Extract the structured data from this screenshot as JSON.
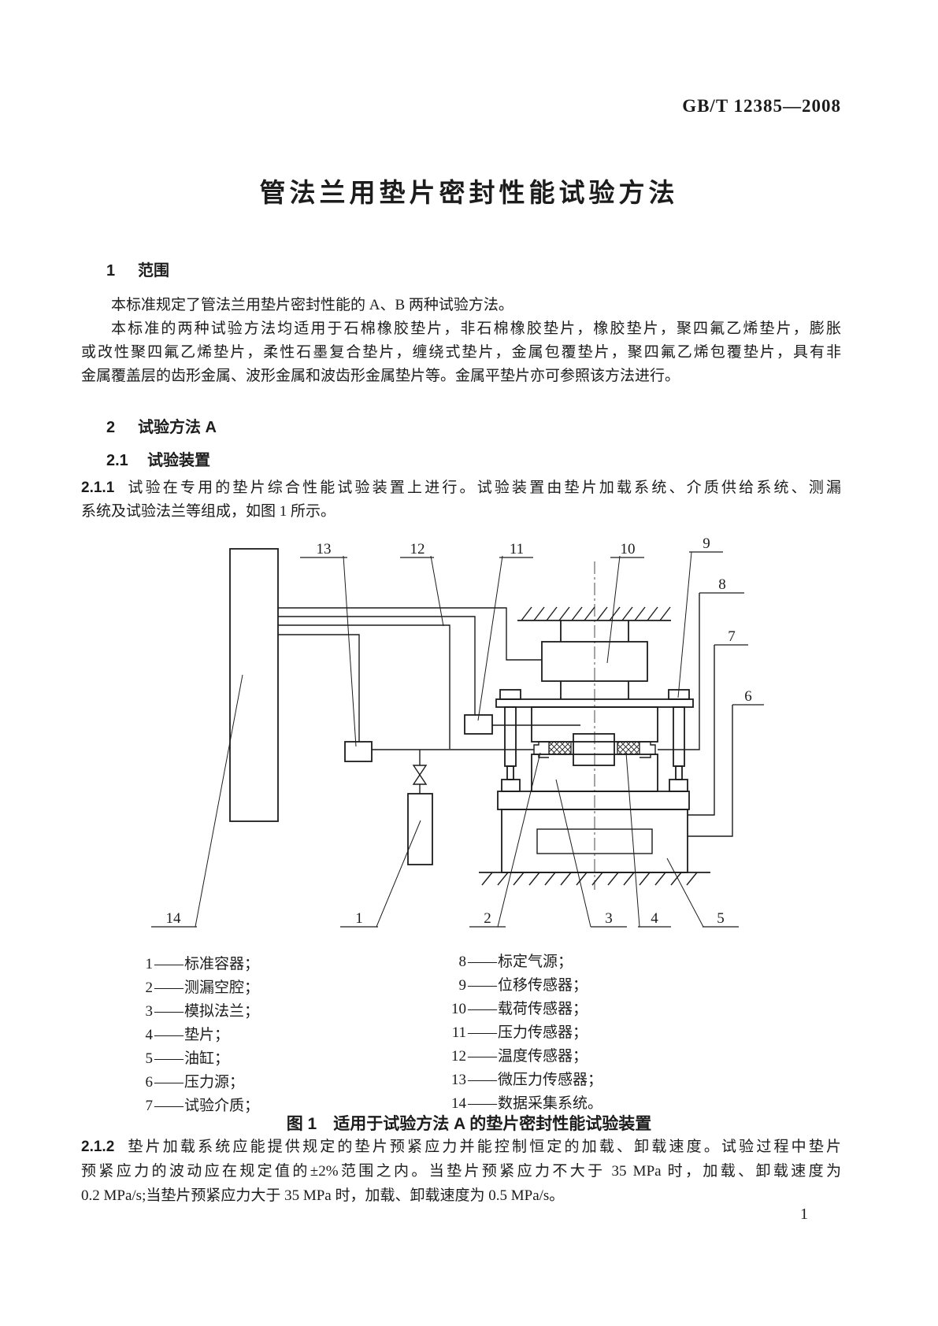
{
  "header": {
    "doc_number": "GB/T 12385—2008"
  },
  "title": "管法兰用垫片密封性能试验方法",
  "sections": {
    "s1_num": "1",
    "s1_heading": "范围",
    "s1_p1": "本标准规定了管法兰用垫片密封性能的 A、B 两种试验方法。",
    "s1_p2_l1": "本标准的两种试验方法均适用于石棉橡胶垫片，非石棉橡胶垫片，橡胶垫片，聚四氟乙烯垫片，膨胀",
    "s1_p2_l2": "或改性聚四氟乙烯垫片，柔性石墨复合垫片，缠绕式垫片，金属包覆垫片，聚四氟乙烯包覆垫片，具有非",
    "s1_p2_l3": "金属覆盖层的齿形金属、波形金属和波齿形金属垫片等。金属平垫片亦可参照该方法进行。",
    "s2_num": "2",
    "s2_heading": "试验方法 A",
    "s21_num": "2.1",
    "s21_heading": "试验装置",
    "s211_num": "2.1.1",
    "s211_l1": "试验在专用的垫片综合性能试验装置上进行。试验装置由垫片加载系统、介质供给系统、测漏",
    "s211_l2": "系统及试验法兰等组成，如图 1 所示。",
    "s212_num": "2.1.2",
    "s212_l1": "垫片加载系统应能提供规定的垫片预紧应力并能控制恒定的加载、卸载速度。试验过程中垫片",
    "s212_l2": "预紧应力的波动应在规定值的±2%范围之内。当垫片预紧应力不大于 35 MPa 时，加载、卸载速度为",
    "s212_l3": "0.2 MPa/s;当垫片预紧应力大于 35 MPa 时，加载、卸载速度为 0.5 MPa/s。"
  },
  "figure": {
    "caption": "图 1　适用于试验方法 A 的垫片密封性能试验装置",
    "legend_dash": "——",
    "callouts": {
      "c1": "1",
      "c2": "2",
      "c3": "3",
      "c4": "4",
      "c5": "5",
      "c6": "6",
      "c7": "7",
      "c8": "8",
      "c9": "9",
      "c10": "10",
      "c11": "11",
      "c12": "12",
      "c13": "13",
      "c14": "14"
    },
    "legend_left": [
      {
        "num": "1",
        "label": "标准容器；"
      },
      {
        "num": "2",
        "label": "测漏空腔；"
      },
      {
        "num": "3",
        "label": "模拟法兰；"
      },
      {
        "num": "4",
        "label": "垫片；"
      },
      {
        "num": "5",
        "label": "油缸；"
      },
      {
        "num": "6",
        "label": "压力源；"
      },
      {
        "num": "7",
        "label": "试验介质；"
      }
    ],
    "legend_right": [
      {
        "num": "8",
        "label": "标定气源；"
      },
      {
        "num": "9",
        "label": "位移传感器；"
      },
      {
        "num": "10",
        "label": "载荷传感器；"
      },
      {
        "num": "11",
        "label": "压力传感器；"
      },
      {
        "num": "12",
        "label": "温度传感器；"
      },
      {
        "num": "13",
        "label": "微压力传感器；"
      },
      {
        "num": "14",
        "label": "数据采集系统。"
      }
    ]
  },
  "page_number": "1"
}
